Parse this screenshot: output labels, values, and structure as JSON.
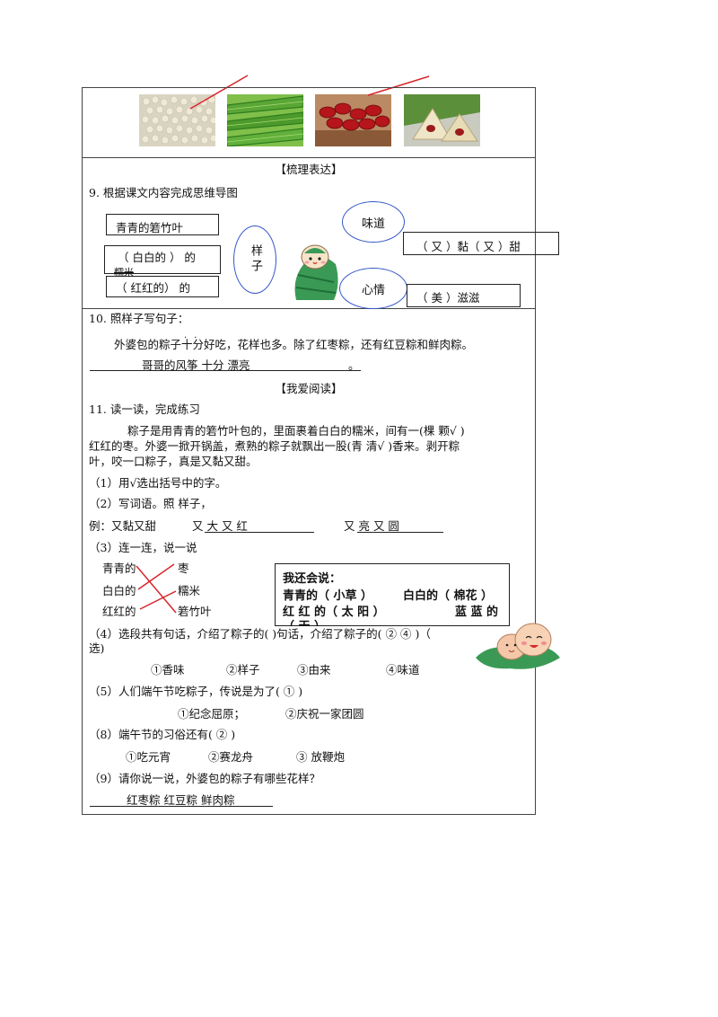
{
  "sections": {
    "organize": "【梳理表达】",
    "read": "【我爱阅读】"
  },
  "q9": {
    "title": "9.  根据课文内容完成思维导图",
    "leaf_box": "青青的箬竹叶",
    "rice_box": "（  白白的  ）  的",
    "rice_word": "糯米",
    "red_box": "（  红红的）  的",
    "shape_oval": "样子",
    "taste_oval": "味道",
    "taste_answer": "（  又  ）黏（  又  ）甜",
    "mood_oval": "心情",
    "mood_answer": "（  美  ）滋滋"
  },
  "q10": {
    "title": "10.  照样子写句子：",
    "example_a": "外婆包的粽子",
    "example_dots": "十分",
    "example_b": "好吃，花样也多。除了红枣粽，还有红豆粽和鲜肉粽。",
    "answer": "哥哥的风筝    十分     漂亮",
    "answer_end": "。"
  },
  "q11": {
    "title": "11.  读一读，完成练习",
    "passage1": "粽子是用青青的箬竹叶包的，里面裹着白白的糯米，间有一(棵   颗√ )",
    "passage2": "红红的枣。外婆一掀开锅盖，煮熟的粽子就飘出一股(青   清√ )香来。剥开粽",
    "passage3": "叶，咬一口粽子，真是又黏又甜。",
    "s1": "（1）用√选出括号中的字。",
    "s2": "（2）写词语。照 样子，",
    "s2_example": "例：又黏又甜",
    "s2_ans1": "又   大   又   红",
    "s2_ans2": "又   亮   又   圆",
    "s3": "（3）连一连，说一说",
    "match_left": [
      "青青的",
      "白白的",
      "红红的"
    ],
    "match_right": [
      "枣",
      "糯米",
      "箬竹叶"
    ],
    "s4a": "（4）选段共有句话，介绍了粽子的(  )句话，介绍了粽子的(    ②  ④  )（",
    "s4b": "选)",
    "s4_opts": [
      "①香味",
      "②样子",
      "③由来",
      "④味道"
    ],
    "s5": "（5）人们端午节吃粽子，传说是为了(     ①     )",
    "s5_opts": [
      "①纪念屈原；",
      "②庆祝一家团圆"
    ],
    "s8": "（8）端午节的习俗还有(     ②     )",
    "s8_opts": [
      "①吃元宵",
      "②赛龙舟",
      "③ 放鞭炮"
    ],
    "s9": "（9）请你说一说，外婆包的粽子有哪些花样？",
    "s9_answer": "红枣粽    红豆粽      鲜肉粽"
  },
  "callout": {
    "title": "我还会说：",
    "line1_a": "青青的（  小草   ）",
    "line1_b": "白白的（ 棉花   ）",
    "line2_a": "红 红 的（     太 阳     ）",
    "line2_b": "蓝 蓝 的",
    "line3": "（   天   ）"
  },
  "colors": {
    "oval_border": "#3557c8",
    "mark_red": "#d8262b",
    "zongzi_green": "#2f9e55"
  },
  "icons": [
    "zongzi-mascot-icon",
    "zongzi-pair-icon"
  ]
}
